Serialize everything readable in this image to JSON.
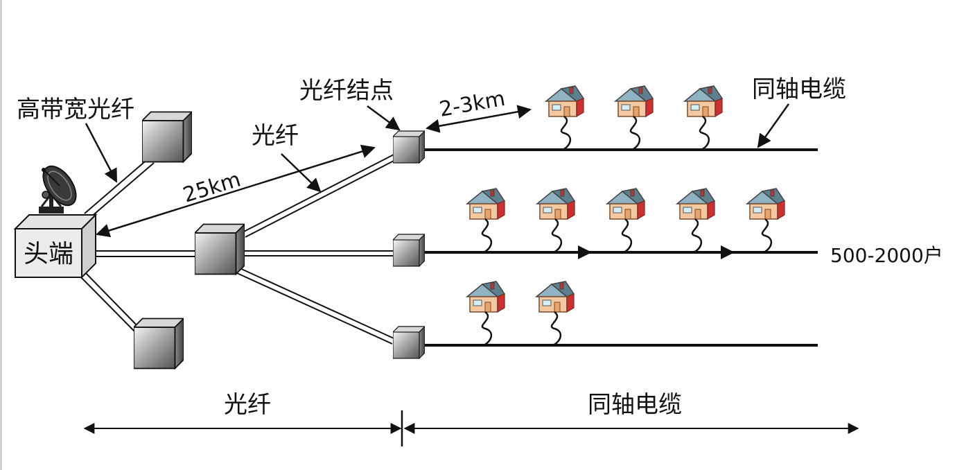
{
  "labels": {
    "headend": "头端",
    "high_bandwidth_fiber": "高带宽光纤",
    "fiber": "光纤",
    "fiber_node": "光纤结点",
    "coax_cable": "同轴电缆",
    "distance_long": "25km",
    "distance_short": "2-3km",
    "households": "500-2000户"
  },
  "bottom_scale": {
    "left_label": "光纤",
    "right_label": "同轴电缆"
  },
  "feeders": [
    {
      "houses": 3
    },
    {
      "houses": 5
    },
    {
      "houses": 2
    }
  ],
  "colors": {
    "box_light": "#f2f2f2",
    "box_dark": "#6d6d6d",
    "house_wall": "#f4c9a1",
    "house_roof": "#7a9aa8",
    "house_accent": "#cc2f2f",
    "line": "#111111"
  },
  "icons": [
    "satellite-dish-icon",
    "house-icon",
    "node-cube-icon"
  ]
}
